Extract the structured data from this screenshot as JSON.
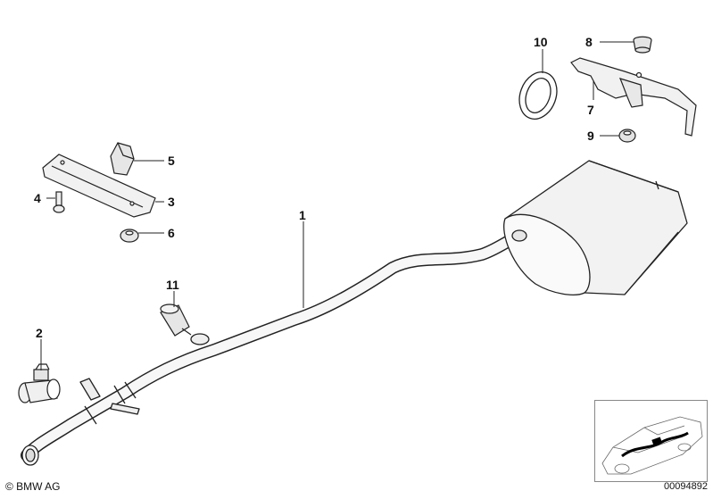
{
  "callouts": {
    "c1": "1",
    "c2": "2",
    "c3": "3",
    "c4": "4",
    "c5": "5",
    "c6": "6",
    "c7": "7",
    "c8": "8",
    "c9": "9",
    "c10": "10",
    "c11": "11"
  },
  "footer": {
    "copyright": "© BMW AG",
    "diagram_id": "00094892"
  },
  "colors": {
    "line": "#222222",
    "part_fill": "#f2f2f2",
    "shade": "#bdbdbd"
  }
}
